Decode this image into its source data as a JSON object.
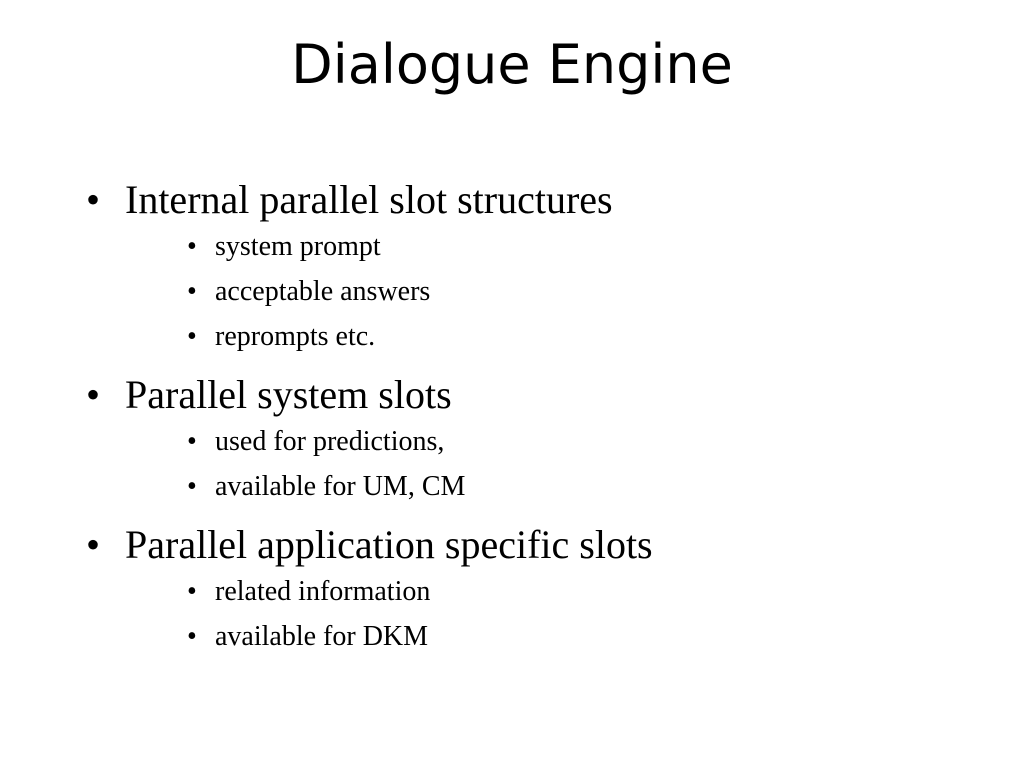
{
  "title": "Dialogue Engine",
  "bullets": [
    {
      "text": "Internal parallel slot structures",
      "sub": [
        "system prompt",
        "acceptable answers",
        "reprompts etc."
      ]
    },
    {
      "text": "Parallel system slots",
      "sub": [
        "used for predictions,",
        "available for UM, CM"
      ]
    },
    {
      "text": "Parallel application specific slots",
      "sub": [
        "related information",
        "available for DKM"
      ]
    }
  ]
}
